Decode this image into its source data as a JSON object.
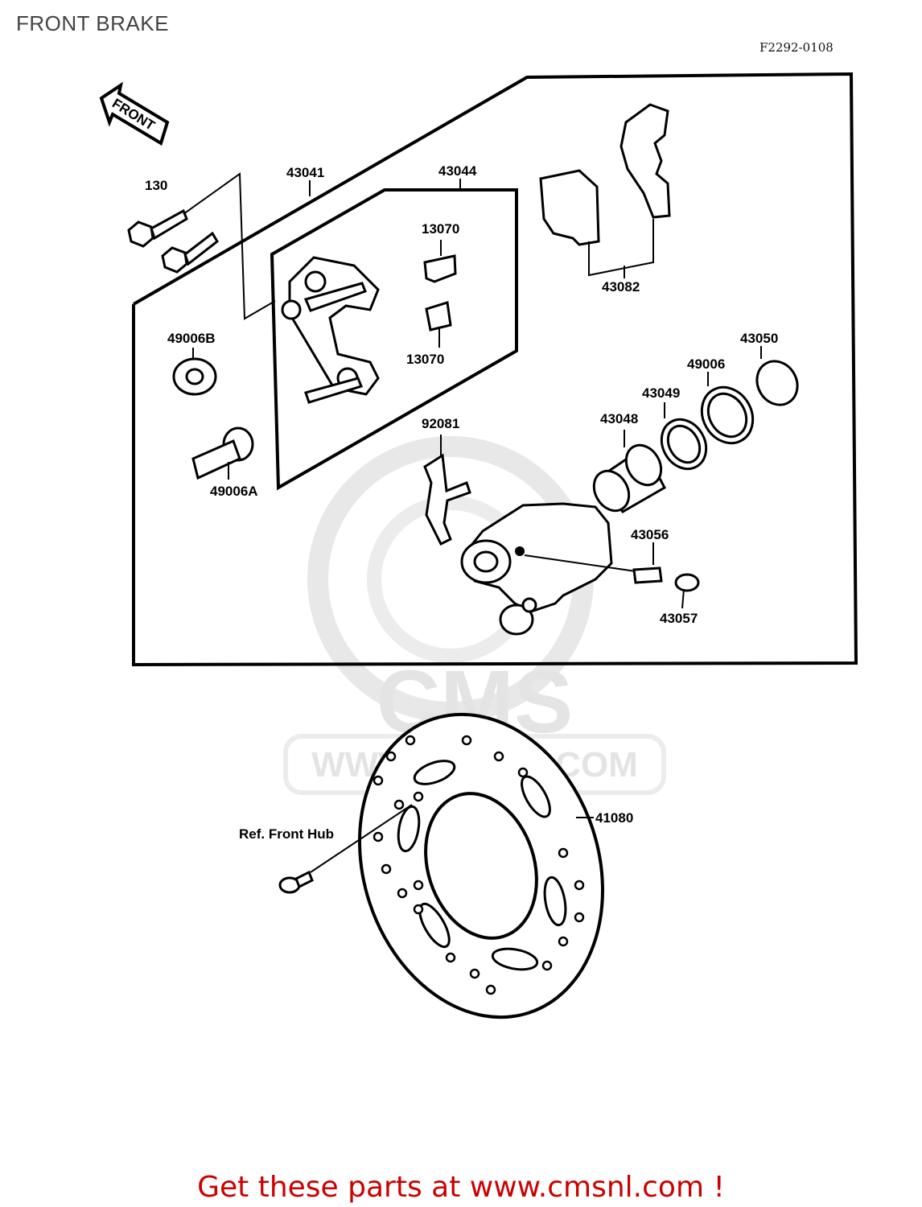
{
  "page": {
    "title": "FRONT BRAKE",
    "diagram_code": "F2292-0108"
  },
  "direction_arrow": {
    "text": "FRONT"
  },
  "parts": {
    "p130": "130",
    "p43041": "43041",
    "p43044": "43044",
    "p13070a": "13070",
    "p13070b": "13070",
    "p43082": "43082",
    "p49006B": "49006B",
    "p49006A": "49006A",
    "p92081": "92081",
    "p43050": "43050",
    "p49006": "49006",
    "p43049": "43049",
    "p43048": "43048",
    "p43056": "43056",
    "p43057": "43057",
    "p41080": "41080",
    "ref_front_hub": "Ref. Front Hub"
  },
  "watermark": {
    "brand": "CMS",
    "url": "WWW.CMSNL.COM"
  },
  "footer": {
    "cta": "Get these parts at www.cmsnl.com !",
    "cta_color": "#cc0000"
  }
}
